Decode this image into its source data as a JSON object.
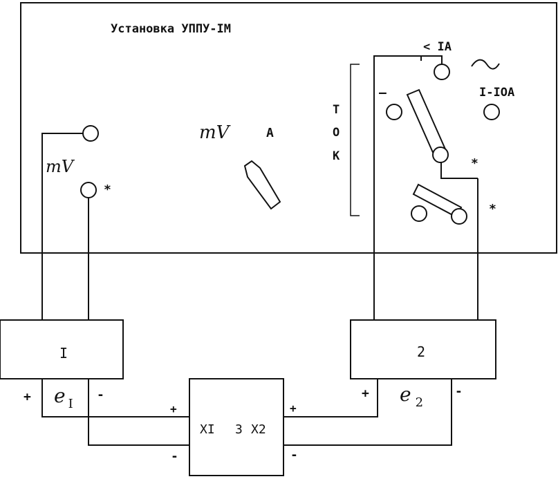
{
  "device": {
    "title": "Установка УППУ-IM",
    "mv_scale": "mV",
    "a_scale": "A",
    "mv_input": "mV",
    "star_mv": "*",
    "current_group": [
      "Т",
      "О",
      "К"
    ],
    "range_low": "< IA",
    "ac_symbol": "~",
    "range_high": "I-IOA",
    "dc_symbol": "—",
    "star_switch": "*",
    "star_lower": "*"
  },
  "block1": {
    "label": "I"
  },
  "block2": {
    "label": "2"
  },
  "block3": {
    "x1": "XI",
    "num": "3",
    "x2": "X2"
  },
  "emf": {
    "e1": "e",
    "e1_sub": "I",
    "e2": "e",
    "e2_sub": "2"
  },
  "polarity": {
    "plus_e1": "+",
    "minus_e1": "-",
    "plus_x1": "+",
    "minus_x1": "-",
    "plus_x2": "+",
    "minus_x2": "-",
    "plus_e2": "+",
    "minus_e2": "-"
  }
}
